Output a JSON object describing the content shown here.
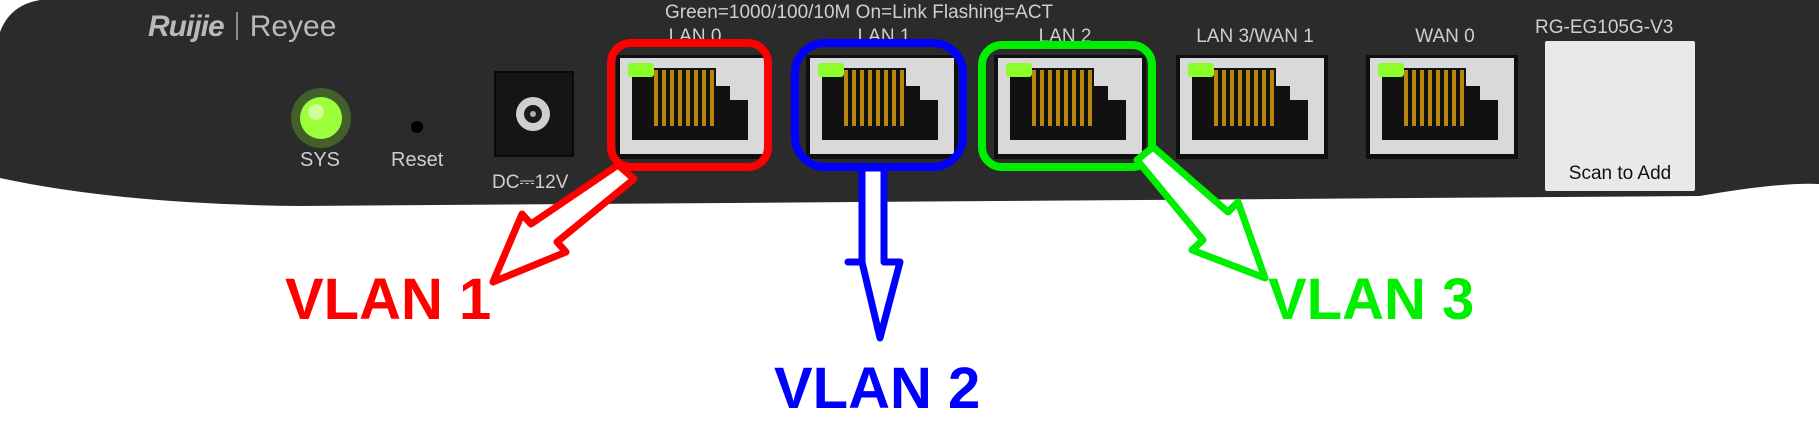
{
  "brand": {
    "primary": "Ruijie",
    "secondary": "Reyee"
  },
  "legend_text": "Green=1000/100/10M  On=Link  Flashing=ACT",
  "indicators": {
    "sys_label": "SYS",
    "reset_label": "Reset",
    "power_label": "DC⎓12V"
  },
  "ports": [
    {
      "label": "LAN 0"
    },
    {
      "label": "LAN 1"
    },
    {
      "label": "LAN 2"
    },
    {
      "label": "LAN 3/WAN 1"
    },
    {
      "label": "WAN 0"
    }
  ],
  "model": "RG-EG105G-V3",
  "qr_caption": "Scan to Add",
  "vlans": [
    {
      "label": "VLAN 1",
      "color": "#ff0000"
    },
    {
      "label": "VLAN 2",
      "color": "#0000ff"
    },
    {
      "label": "VLAN 3",
      "color": "#00ee00"
    }
  ],
  "colors": {
    "panel": "#2b2b2b",
    "led_green": "#8cff2a",
    "port_frame": "#d9d9d9",
    "contacts": "#b8860b"
  }
}
